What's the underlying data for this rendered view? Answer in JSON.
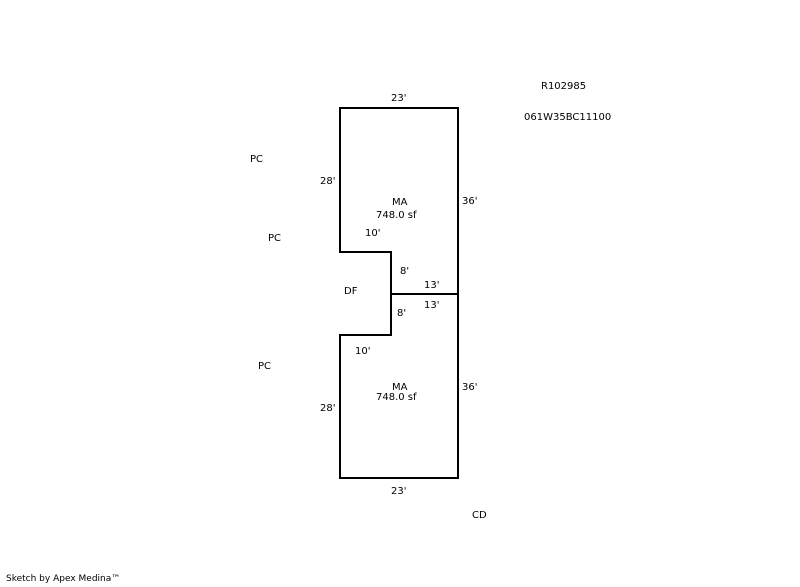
{
  "parcel": {
    "account_number": "R102985",
    "map_tax_lot": "061W35BC11100"
  },
  "area_codes": {
    "pc_top": "PC",
    "pc_middle": "PC",
    "pc_bottom": "PC",
    "df": "DF",
    "cd": "CD"
  },
  "upper_section": {
    "code": "MA",
    "area": "748.0 sf",
    "dimensions": {
      "top": "23'",
      "left": "28'",
      "right": "36'",
      "step_horizontal": "10'",
      "step_vertical": "8'",
      "partition": "13'"
    }
  },
  "lower_section": {
    "code": "MA",
    "area": "748.0 sf",
    "dimensions": {
      "partition": "13'",
      "step_vertical": "8'",
      "step_horizontal": "10'",
      "left": "28'",
      "right": "36'",
      "bottom": "23'"
    }
  },
  "footer": {
    "credit": "Sketch by Apex Medina™"
  },
  "colors": {
    "line": "#000000",
    "text": "#000000",
    "background": "#ffffff"
  }
}
